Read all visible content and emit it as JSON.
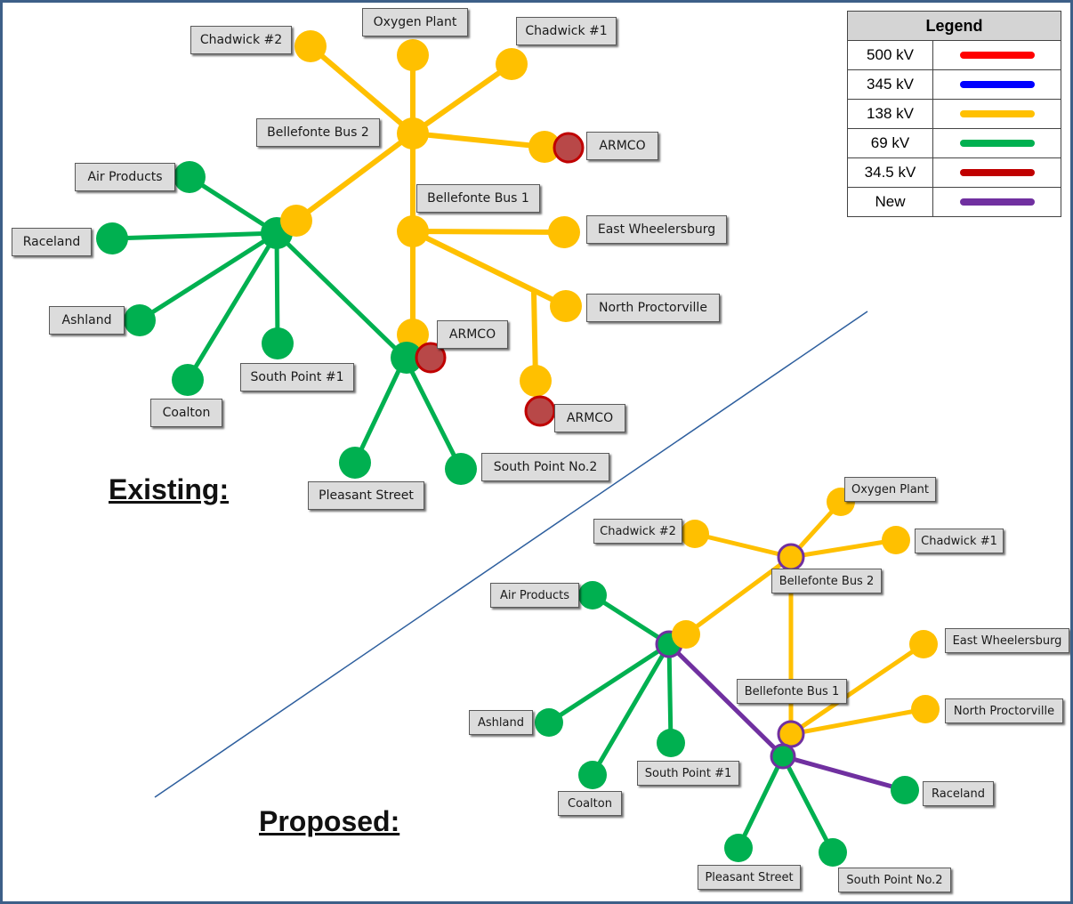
{
  "existing": {
    "heading": "Existing:",
    "labels": {
      "chadwick2": "Chadwick #2",
      "oxygen": "Oxygen Plant",
      "chadwick1": "Chadwick #1",
      "bb2": "Bellefonte Bus 2",
      "armco1": "ARMCO",
      "airproducts": "Air Products",
      "bb1": "Bellefonte Bus 1",
      "raceland": "Raceland",
      "eastwheel": "East Wheelersburg",
      "ashland": "Ashland",
      "northproc": "North Proctorville",
      "armco2": "ARMCO",
      "southpoint1": "South Point #1",
      "coalton": "Coalton",
      "armco3": "ARMCO",
      "southpoint2": "South Point No.2",
      "pleasant": "Pleasant Street"
    }
  },
  "proposed": {
    "heading": "Proposed:",
    "labels": {
      "oxygen": "Oxygen Plant",
      "chadwick2": "Chadwick #2",
      "chadwick1": "Chadwick #1",
      "bb2": "Bellefonte Bus 2",
      "airproducts": "Air Products",
      "eastwheel": "East Wheelersburg",
      "bb1": "Bellefonte Bus 1",
      "northproc": "North Proctorville",
      "ashland": "Ashland",
      "southpoint1": "South Point #1",
      "raceland": "Raceland",
      "coalton": "Coalton",
      "pleasant": "Pleasant Street",
      "southpoint2": "South Point No.2"
    }
  },
  "legend": {
    "title": "Legend",
    "rows": [
      {
        "label": "500 kV",
        "color": "#ff0000"
      },
      {
        "label": "345 kV",
        "color": "#0000ff"
      },
      {
        "label": "138 kV",
        "color": "#ffc000"
      },
      {
        "label": "69 kV",
        "color": "#00b050"
      },
      {
        "label": "34.5 kV",
        "color": "#c00000"
      },
      {
        "label": "New",
        "color": "#7030a0"
      }
    ]
  },
  "colors": {
    "kv138": "#ffc000",
    "kv69": "#00b050",
    "kv34_5": "#c00000",
    "new": "#7030a0",
    "divider": "#2e5f9e",
    "frame": "#3d5f88"
  }
}
